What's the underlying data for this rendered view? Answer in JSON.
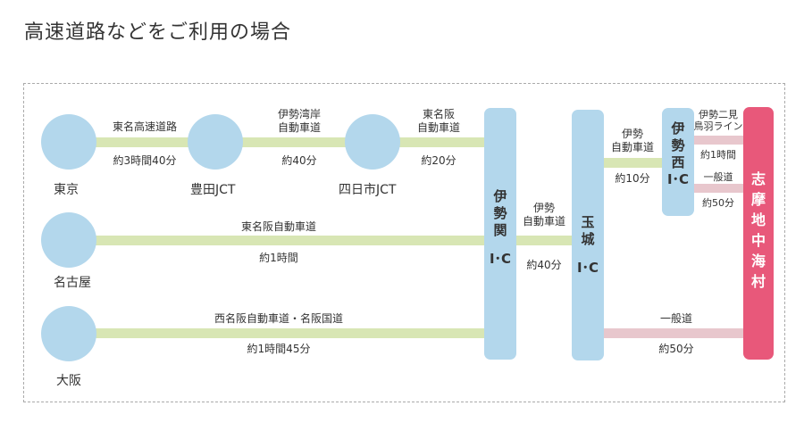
{
  "page_title": "高速道路などをご利用の場合",
  "nodes": {
    "tokyo": "東京",
    "toyota_jct": "豊田JCT",
    "yokkaichi_jct": "四日市JCT",
    "nagoya": "名古屋",
    "osaka": "大阪",
    "ise_seki_ic": [
      "伊",
      "勢",
      "関",
      "I･C"
    ],
    "tamaki_ic": [
      "玉",
      "城",
      "I･C"
    ],
    "ise_nishi_ic": [
      "伊",
      "勢",
      "西",
      "I･C"
    ],
    "destination": [
      "志",
      "摩",
      "地",
      "中",
      "海",
      "村"
    ]
  },
  "routes": {
    "tomei": {
      "name": "東名高速道路",
      "time": "約3時間40分"
    },
    "isewangan": {
      "name": [
        "伊勢湾岸",
        "自動車道"
      ],
      "time": "約40分"
    },
    "higashi_meihan_top": {
      "name": [
        "東名阪",
        "自動車道"
      ],
      "time": "約20分"
    },
    "higashi_meihan_nagoya": {
      "name": "東名阪自動車道",
      "time": "約1時間"
    },
    "nishi_meihan": {
      "name": "西名阪自動車道・名阪国道",
      "time": "約1時間45分"
    },
    "ise_expressway_1": {
      "name": [
        "伊勢",
        "自動車道"
      ],
      "time": "約40分"
    },
    "ise_expressway_2": {
      "name": [
        "伊勢",
        "自動車道"
      ],
      "time": "約10分"
    },
    "ise_futami_toba": {
      "name": [
        "伊勢二見",
        "鳥羽ライン"
      ],
      "time": "約1時間"
    },
    "general_road_short": {
      "name": "一般道",
      "time": "約50分"
    },
    "general_road_long": {
      "name": "一般道",
      "time": "約50分"
    }
  },
  "colors": {
    "highway": "#d8e6b4",
    "general_road": "#e8c7cd",
    "node": "#b3d7ec",
    "destination": "#e8587a"
  }
}
